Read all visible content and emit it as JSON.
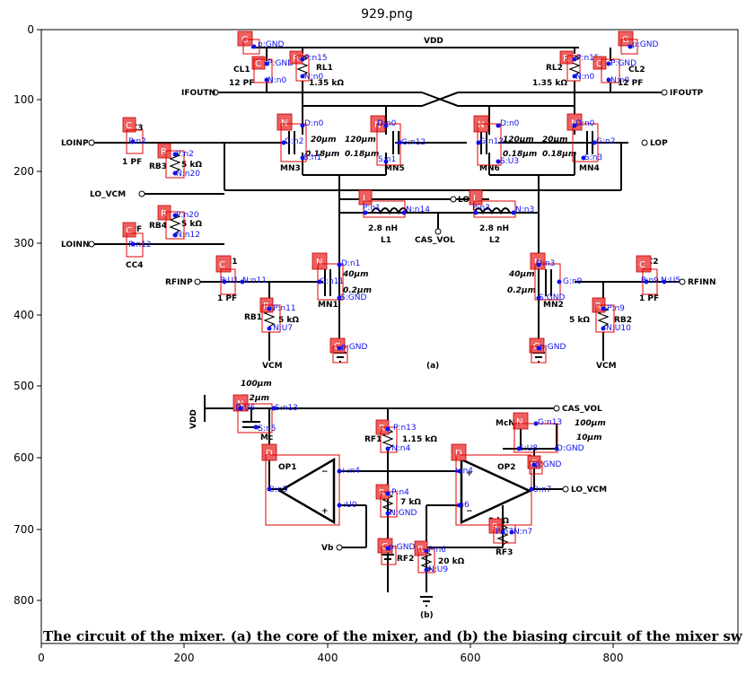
{
  "image_title": "929.png",
  "caption": "The circuit of the mixer. (a) the core of the mixer, and (b) the biasing circuit of the mixer sw",
  "axes": {
    "x_ticks": [
      "0",
      "200",
      "400",
      "600",
      "800"
    ],
    "y_ticks": [
      "0",
      "100",
      "200",
      "300",
      "400",
      "500",
      "600",
      "700",
      "800"
    ]
  },
  "circuit_labels": {
    "vdd": "VDD",
    "vdd_b": "VDD",
    "if_outn": "IFOUTN",
    "if_outp": "IFOUTP",
    "lo_inp": "LOINP",
    "lo_p": "LOP",
    "lo_vcm": "LO_VCM",
    "lo_n": "LON",
    "lo_inn": "LOINN",
    "rf_inp": "RFINP",
    "rf_inn": "RFINN",
    "cas_vol": "CAS_VOL",
    "cas_vol_b": "CAS_VOL",
    "lo_vcm_b": "LO_VCM",
    "vcm_1": "VCM",
    "vcm_2": "VCM",
    "vb": "Vb",
    "part_a": "(a)",
    "part_b": "(b)",
    "cl1": "CL1",
    "cl1_val": "12 PF",
    "rl1": "RL1",
    "rl1_val": "1.35 kΩ",
    "rl2": "RL2",
    "rl2_val": "1.35 kΩ",
    "cl2": "CL2",
    "cl2_val": "12 PF",
    "cc3": "CC3",
    "cc3_val": "1 PF",
    "rb3": "RB3",
    "rb3_val": "5 kΩ",
    "rb4": "RB4",
    "rb4_val": "5 kΩ",
    "cc4": "CC4",
    "cc4_val": "1 PF",
    "mn3": "MN3",
    "mn5": "MN5",
    "mn6": "MN6",
    "mn4": "MN4",
    "mn3_w": "20μm",
    "mn3_l": "0.18μm",
    "mn5_w": "120μm",
    "mn5_l": "0.18μm",
    "mn6_w": "120μm",
    "mn6_l": "0.18μm",
    "mn4_w": "20μm",
    "mn4_l": "0.18μm",
    "l1": "L1",
    "l1_val": "2.8 nH",
    "l2": "L2",
    "l2_val": "2.8 nH",
    "cc1": "CC1",
    "cc1_val": "1 PF",
    "rb1": "RB1",
    "rb1_val": "5 kΩ",
    "mn1": "MN1",
    "mn1_w": "40μm",
    "mn1_l": "0.2μm",
    "mn2": "MN2",
    "mn2_w": "40μm",
    "mn2_l": "0.2μm",
    "rb2": "RB2",
    "rb2_val": "5 kΩ",
    "cc2": "CC2",
    "cc2_val": "1 PF",
    "mc": "Mc",
    "mc_w": "100μm",
    "mc_l": "0.2μm",
    "rf1": "RF1",
    "rf1_val": "1.15 kΩ",
    "rf2": "RF2",
    "rf2_val": "20 kΩ",
    "rf3": "RF3",
    "rf3_val": "2 kΩ",
    "rf_mid_val": "7 kΩ",
    "mcn": "McN",
    "mcn_w": "100μm",
    "mcn_l": "10μm",
    "op1": "OP1",
    "op2": "OP2"
  },
  "annotations": [
    {
      "tag": "G",
      "text": "p:GND"
    },
    {
      "tag": "C",
      "text": "P:GND"
    },
    {
      "tag": "R",
      "text": "P:n15"
    },
    {
      "tag": "",
      "text": "N:n0"
    },
    {
      "tag": "",
      "text": "N:n0"
    },
    {
      "tag": "G",
      "text": "p:GND"
    },
    {
      "tag": "R",
      "text": "P:n15"
    },
    {
      "tag": "C",
      "text": "P:GND"
    },
    {
      "tag": "",
      "text": "N:n0"
    },
    {
      "tag": "",
      "text": "N:n0"
    },
    {
      "tag": "C",
      "text": "P:n2"
    },
    {
      "tag": "R",
      "text": "P:n2"
    },
    {
      "tag": "",
      "text": "N:n20"
    },
    {
      "tag": "N",
      "text": "D:n0"
    },
    {
      "tag": "",
      "text": "G:n2"
    },
    {
      "tag": "",
      "text": "S:n1"
    },
    {
      "tag": "N",
      "text": "D:n0"
    },
    {
      "tag": "",
      "text": "G:n12"
    },
    {
      "tag": "",
      "text": "S:n1"
    },
    {
      "tag": "N",
      "text": "D:n0"
    },
    {
      "tag": "",
      "text": "G:n12"
    },
    {
      "tag": "",
      "text": "S:U3"
    },
    {
      "tag": "N",
      "text": "D:n0"
    },
    {
      "tag": "",
      "text": "G:n2"
    },
    {
      "tag": "",
      "text": "S:n3"
    },
    {
      "tag": "R",
      "text": "P:n20"
    },
    {
      "tag": "",
      "text": "N:n12"
    },
    {
      "tag": "C",
      "text": "P:n12"
    },
    {
      "tag": "L",
      "text": "P:n1"
    },
    {
      "tag": "",
      "text": "N:n14"
    },
    {
      "tag": "L",
      "text": "P:n3"
    },
    {
      "tag": "",
      "text": "N:n3"
    },
    {
      "tag": "C",
      "text": "P:U1"
    },
    {
      "tag": "",
      "text": "N:n11"
    },
    {
      "tag": "N",
      "text": "D:n1"
    },
    {
      "tag": "",
      "text": "G:n11"
    },
    {
      "tag": "",
      "text": "S:GND"
    },
    {
      "tag": "R",
      "text": "P:n11"
    },
    {
      "tag": "",
      "text": "N:U7"
    },
    {
      "tag": "G",
      "text": "p:GND"
    },
    {
      "tag": "N",
      "text": "D:n3"
    },
    {
      "tag": "",
      "text": "G:n9"
    },
    {
      "tag": "",
      "text": "S:GND"
    },
    {
      "tag": "C",
      "text": "P:n9"
    },
    {
      "tag": "",
      "text": "N:U5"
    },
    {
      "tag": "R",
      "text": "P:n9"
    },
    {
      "tag": "",
      "text": "N:U10"
    },
    {
      "tag": "G",
      "text": "p:GND"
    },
    {
      "tag": "N",
      "text": "D:U6"
    },
    {
      "tag": "",
      "text": "G:n5"
    },
    {
      "tag": "",
      "text": "S:n13"
    },
    {
      "tag": "R",
      "text": "P:n13"
    },
    {
      "tag": "",
      "text": "N:n4"
    },
    {
      "tag": "N",
      "text": "G:n13"
    },
    {
      "tag": "",
      "text": "S:U8"
    },
    {
      "tag": "",
      "text": "D:GND"
    },
    {
      "tag": "D",
      "text": "+:n4"
    },
    {
      "tag": "",
      "text": "O:n5"
    },
    {
      "tag": "",
      "text": "-:U0"
    },
    {
      "tag": "D",
      "text": "+:n4"
    },
    {
      "tag": "",
      "text": "-:n6"
    },
    {
      "tag": "",
      "text": "O:n7"
    },
    {
      "tag": "G",
      "text": "p:GND"
    },
    {
      "tag": "R",
      "text": "P:n4"
    },
    {
      "tag": "",
      "text": "N:GND"
    },
    {
      "tag": "R",
      "text": "P:n7"
    },
    {
      "tag": "",
      "text": "N:n7"
    },
    {
      "tag": "G",
      "text": "p:GND"
    },
    {
      "tag": "R",
      "text": "P:n6"
    },
    {
      "tag": "",
      "text": "N:U9"
    }
  ],
  "colors": {
    "annotation": "#1010ee",
    "box": "#e00000",
    "tag_fill": "#ee6060"
  }
}
